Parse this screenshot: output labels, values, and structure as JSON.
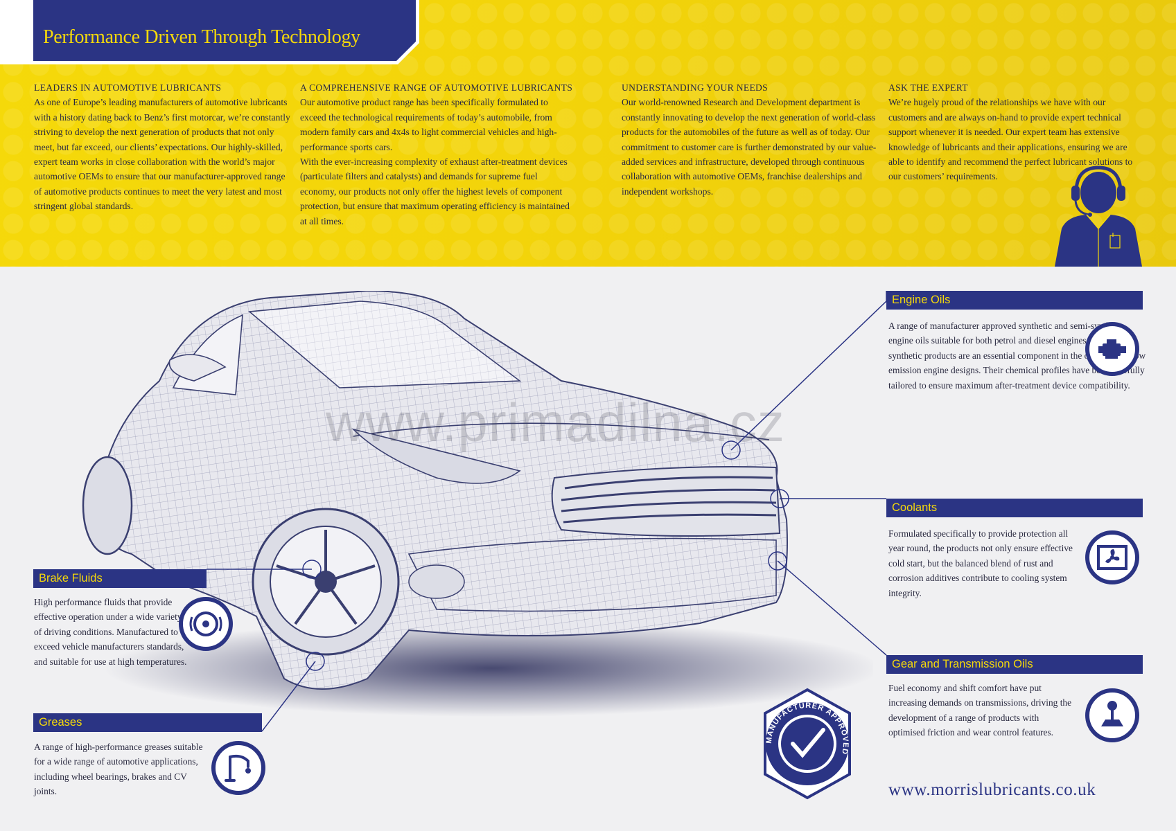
{
  "header": {
    "title": "Performance Driven Through Technology"
  },
  "columns": [
    {
      "heading": "LEADERS IN AUTOMOTIVE LUBRICANTS",
      "body": "As one of Europe’s leading manufacturers of automotive lubricants with a history dating back to Benz’s first motorcar, we’re constantly striving to develop the next generation of products that not only meet, but far exceed, our clients’ expectations. Our highly-skilled, expert team works in close collaboration with the world’s major automotive OEMs to ensure that our manufacturer-approved range of automotive products continues to meet the very latest and most stringent global standards."
    },
    {
      "heading": "A COMPREHENSIVE RANGE OF AUTOMOTIVE LUBRICANTS",
      "body": "Our automotive product range has been specifically formulated to exceed the technological requirements of today’s automobile, from modern family cars and 4x4s to light commercial vehicles and high-performance sports cars.",
      "body2": "With the ever-increasing complexity of exhaust after-treatment devices (particulate filters and catalysts) and demands for supreme fuel economy, our products not only offer the highest levels of component protection, but ensure that maximum operating efficiency is maintained at all times."
    },
    {
      "heading": "UNDERSTANDING YOUR NEEDS",
      "body": "Our world-renowned Research and Development department is constantly innovating to develop the next generation of world-class products for the automobiles of the future as well as of today. Our commitment to customer care is further demonstrated by our value-added services and infrastructure, developed through continuous collaboration with automotive OEMs, franchise dealerships and independent workshops."
    },
    {
      "heading": "ASK THE EXPERT",
      "body": "We’re hugely proud of the relationships we have with our customers and are always on-hand to provide expert technical support whenever it is needed. Our expert team has extensive knowledge of lubricants and their applications, ensuring we are able to identify and recommend the perfect lubricant solutions to our customers’ requirements."
    }
  ],
  "watermark": "www.primadilna.cz",
  "products": {
    "engine": {
      "label": "Engine Oils",
      "description": "A range of manufacturer approved synthetic and semi-synthetic engine oils suitable for both petrol and diesel engines. Our latest synthetic products are an essential component in the operation of low emission engine designs. Their chemical profiles have been carefully tailored to ensure maximum after-treatment device compatibility.",
      "icon": "engine-icon"
    },
    "coolant": {
      "label": "Coolants",
      "description": "Formulated specifically to provide protection all year round, the products not only ensure effective cold start, but the balanced blend of rust and corrosion additives contribute to cooling system integrity.",
      "icon": "radiator-fan-icon"
    },
    "gear": {
      "label": "Gear and Transmission Oils",
      "description": "Fuel economy and shift comfort have put increasing demands on transmissions, driving the development of a range of products with optimised friction and wear control features.",
      "icon": "gear-stick-icon"
    },
    "brake": {
      "label": "Brake Fluids",
      "description": "High performance fluids that provide effective operation under a wide variety of driving conditions. Manufactured to exceed vehicle manufacturers standards, and suitable for use at high temperatures.",
      "icon": "brake-disc-icon"
    },
    "grease": {
      "label": "Greases",
      "description": "A range of high-performance greases suitable for a wide range of automotive applications, including wheel bearings, brakes and CV joints.",
      "icon": "grease-gun-icon"
    }
  },
  "seal": {
    "text": "MANUFACTURER APPROVED",
    "icon": "checkmark-icon"
  },
  "footer": {
    "website": "www.morrislubricants.co.uk"
  },
  "colors": {
    "navy": "#2b3484",
    "yellow": "#f5d90a",
    "background": "#f0f0f2"
  }
}
